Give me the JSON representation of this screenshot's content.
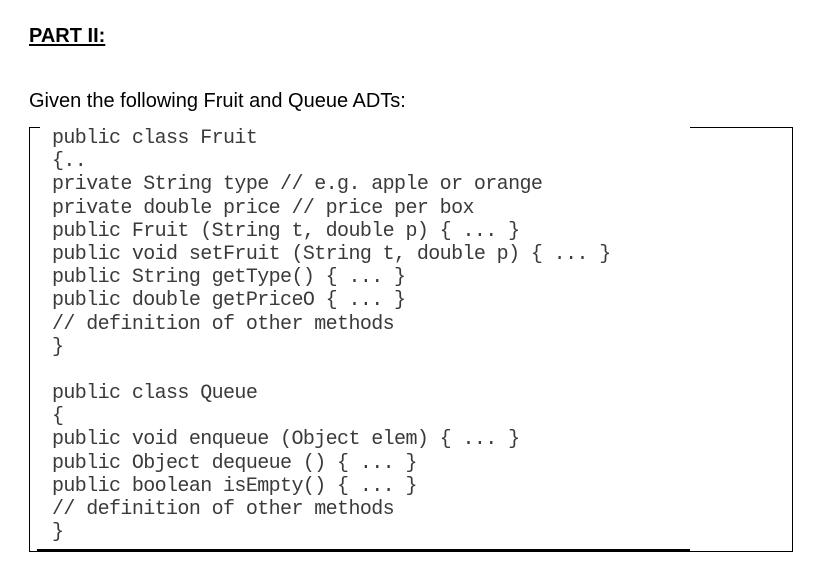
{
  "heading": "PART II:",
  "intro": "Given the following Fruit and Queue ADTs:",
  "code_lines": [
    "public class Fruit",
    "{..",
    "private String type // e.g. apple or orange",
    "private double price // price per box",
    "public Fruit (String t, double p) { ... }",
    "public void setFruit (String t, double p) { ... }",
    "public String getType() { ... }",
    "public double getPriceO { ... }",
    "// definition of other methods",
    "}",
    "",
    "public class Queue",
    "{",
    "public void enqueue (Object elem) { ... }",
    "public Object dequeue () { ... }",
    "public boolean isEmpty() { ... }",
    "// definition of other methods",
    "}"
  ]
}
